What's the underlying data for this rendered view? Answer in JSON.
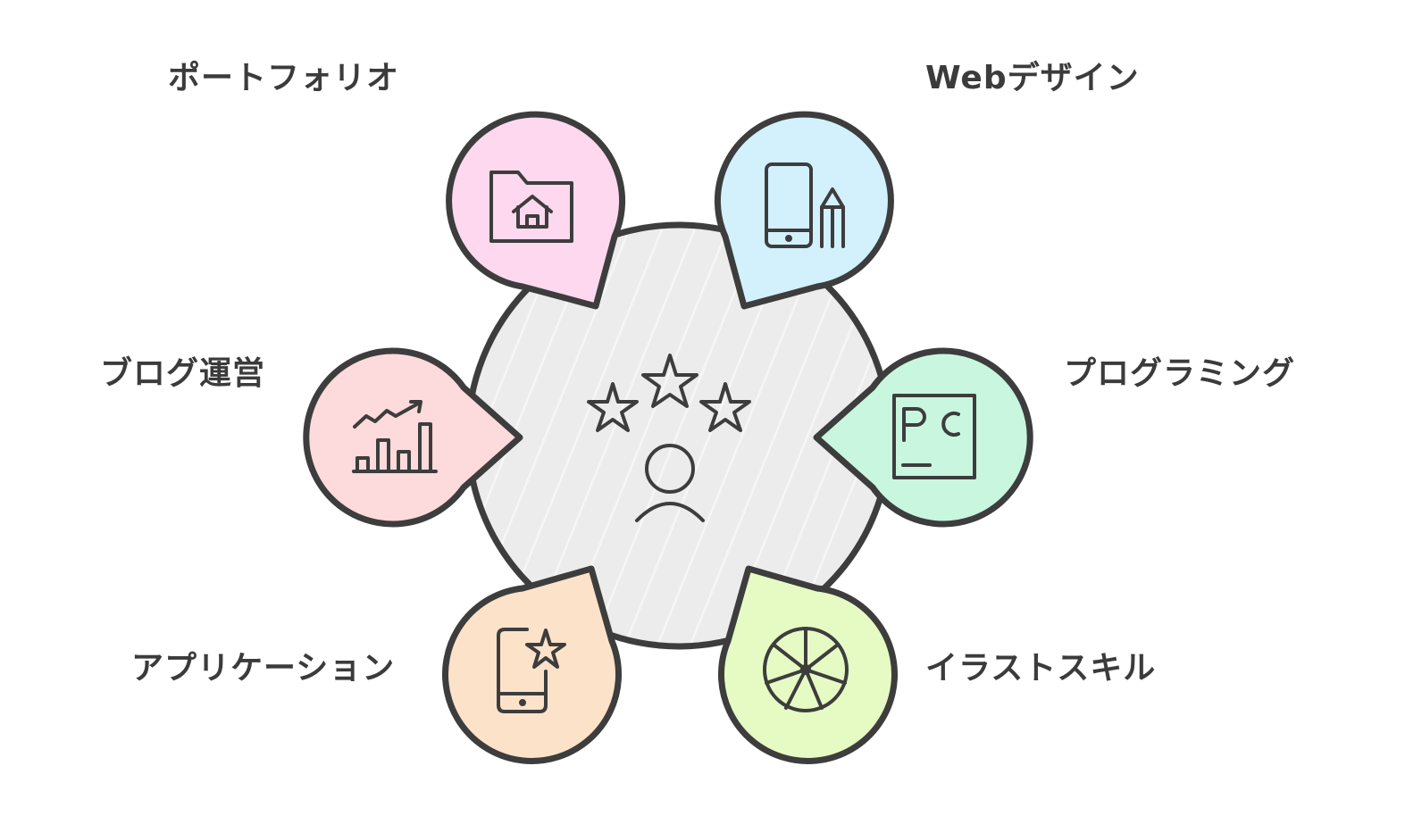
{
  "diagram": {
    "center": {
      "icon": "person-with-stars-icon"
    },
    "nodes": [
      {
        "label": "ポートフォリオ",
        "icon": "folder-home-icon",
        "color": "#fdd8ee"
      },
      {
        "label": "Webデザイン",
        "icon": "tablet-pencil-icon",
        "color": "#d2f1fc"
      },
      {
        "label": "ブログ運営",
        "icon": "growth-chart-icon",
        "color": "#fddadb"
      },
      {
        "label": "プログラミング",
        "icon": "pycharm-icon",
        "color": "#c9f6df"
      },
      {
        "label": "アプリケーション",
        "icon": "phone-star-icon",
        "color": "#fde2ca"
      },
      {
        "label": "イラストスキル",
        "icon": "citrus-wheel-icon",
        "color": "#e6fbc4"
      }
    ],
    "colors": {
      "center_fill": "#ececec",
      "stroke": "#3d3d3d"
    }
  }
}
